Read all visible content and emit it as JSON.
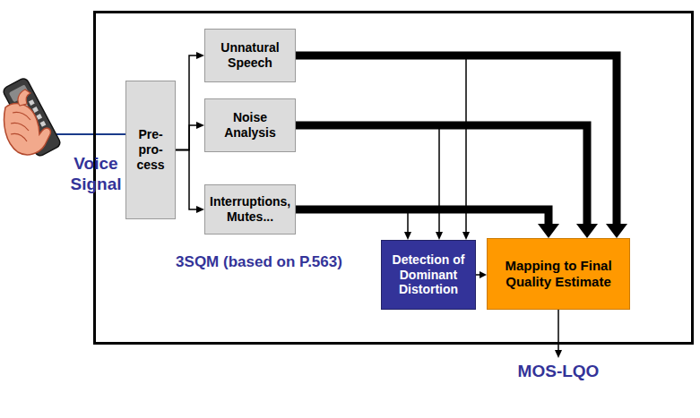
{
  "diagram": {
    "nodes": [
      {
        "text": [
          "3SQM (based on P.563)"
        ]
      },
      {
        "text": [
          "Pre- pro- cess"
        ],
        "in": 0
      },
      {
        "text": [
          "Unnatural Speech"
        ],
        "in": 0
      },
      {
        "text": [
          "Noise Analysis"
        ],
        "in": 0
      },
      {
        "text": [
          "Interruptions, Mutes..."
        ],
        "in": 0
      },
      {
        "text": [
          "Detection of Dominant Distortion"
        ],
        "in": 0
      },
      {
        "text": [
          "Mapping to Final Quality Estimate"
        ],
        "in": 0
      }
    ],
    "edges": [
      {
        "from": 1,
        "to": 2,
        "arrow": "to"
      },
      {
        "from": 1,
        "to": 3,
        "arrow": "to"
      },
      {
        "from": 1,
        "to": 4,
        "arrow": "to"
      },
      {
        "from": 2,
        "to": 6,
        "arrow": "to"
      },
      {
        "from": 3,
        "to": 6,
        "arrow": "to"
      },
      {
        "from": 4,
        "to": 6,
        "arrow": "to"
      },
      {
        "from": 4,
        "to": 5,
        "arrow": "to"
      },
      {
        "from": 3,
        "to": 5,
        "arrow": "to"
      },
      {
        "from": 2,
        "to": 5,
        "arrow": "to"
      },
      {
        "from": 5,
        "to": 6,
        "arrow": "to"
      }
    ],
    "labels": [
      "Voice Signal",
      "MOS-LQO"
    ]
  }
}
